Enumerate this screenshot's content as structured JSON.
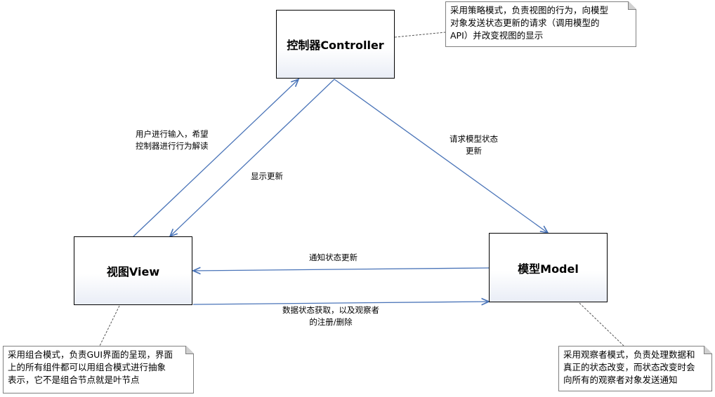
{
  "nodes": {
    "controller": "控制器Controller",
    "view": "视图View",
    "model": "模型Model"
  },
  "edges": {
    "user_input_line1": "用户进行输入，希望",
    "user_input_line2": "控制器进行行为解读",
    "display_update": "显示更新",
    "request_state_line1": "请求模型状态",
    "request_state_line2": "更新",
    "notify_state": "通知状态更新",
    "data_state_line1": "数据状态获取，以及观察者",
    "data_state_line2": "的注册/删除"
  },
  "notes": {
    "controller_note": [
      "采用策略模式，负责视图的行为，向模型",
      "对象发送状态更新的请求（调用模型的",
      "API）并改变视图的显示"
    ],
    "view_note": [
      "采用组合模式，负责GUI界面的呈现，界面",
      "上的所有组件都可以用组合模式进行抽象",
      "表示，它不是组合节点就是叶节点"
    ],
    "model_note": [
      "采用观察者模式，负责处理数据和",
      "真正的状态改变，而状态改变时会",
      "向所有的观察者对象发送通知"
    ]
  },
  "colors": {
    "arrow": "#4a74b8",
    "border": "#000000",
    "note_border": "#808080"
  }
}
